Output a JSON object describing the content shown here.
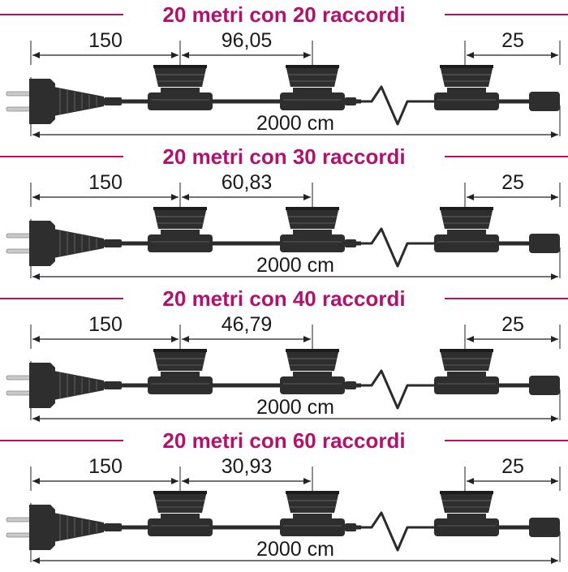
{
  "colors": {
    "title": "#b0126e",
    "separator": "#b0126e",
    "cable": "#2b2b2b",
    "socket_body": "#2e2e2e",
    "socket_highlight": "#5a5a5a",
    "dimension_line": "#222222",
    "plug_pin": "#c9c9c9"
  },
  "icons": {
    "plug": "plug-icon",
    "socket": "socket-icon",
    "zigzag": "cable-break-icon",
    "end_cap": "end-cap-icon"
  },
  "sections": [
    {
      "title": "20 metri con 20 raccordi",
      "lead_length": "150",
      "spacing": "96,05",
      "tail_length": "25",
      "total_length": "2000 cm"
    },
    {
      "title": "20 metri con 30 raccordi",
      "lead_length": "150",
      "spacing": "60,83",
      "tail_length": "25",
      "total_length": "2000 cm"
    },
    {
      "title": "20 metri con 40 raccordi",
      "lead_length": "150",
      "spacing": "46,79",
      "tail_length": "25",
      "total_length": "2000 cm"
    },
    {
      "title": "20 metri con 60 raccordi",
      "lead_length": "150",
      "spacing": "30,93",
      "tail_length": "25",
      "total_length": "2000 cm"
    }
  ]
}
